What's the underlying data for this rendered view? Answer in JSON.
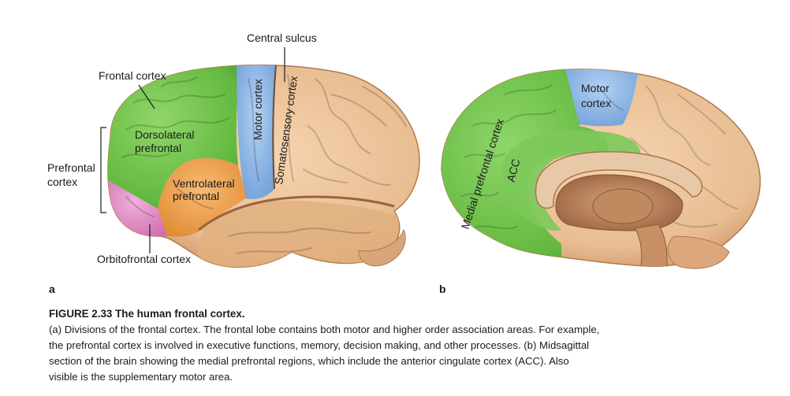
{
  "panel_a": {
    "letter": "a",
    "labels": {
      "central_sulcus": "Central sulcus",
      "frontal_cortex": "Frontal cortex",
      "prefrontal_line1": "Prefrontal",
      "prefrontal_line2": "cortex",
      "dorsolateral_line1": "Dorsolateral",
      "dorsolateral_line2": "prefrontal",
      "ventrolateral_line1": "Ventrolateral",
      "ventrolateral_line2": "prefrontal",
      "orbitofrontal": "Orbitofrontal cortex",
      "motor_cortex": "Motor cortex",
      "somatosensory_cortex": "Somatosensory cortex"
    }
  },
  "panel_b": {
    "letter": "b",
    "labels": {
      "motor_line1": "Motor",
      "motor_line2": "cortex",
      "medial_prefrontal": "Medial prefrontal cortex",
      "acc": "ACC"
    }
  },
  "colors": {
    "frontal_green": "#6cc24a",
    "motor_blue": "#8fb8e6",
    "ventrolateral_orange": "#f0a04b",
    "orbitofrontal_pink": "#e58fc4",
    "brain_tan": "#e8bd92",
    "brain_shadow": "#c98d5f"
  },
  "caption": {
    "title": "FIGURE 2.33 The human frontal cortex.",
    "body": "(a) Divisions of the frontal cortex. The frontal lobe contains both motor and higher order association areas. For example, the prefrontal cortex is involved in executive functions, memory, decision making, and other processes. (b) Midsagittal section of the brain showing the medial prefrontal regions, which include the anterior cingulate cortex (ACC). Also visible is the supplementary motor area."
  }
}
